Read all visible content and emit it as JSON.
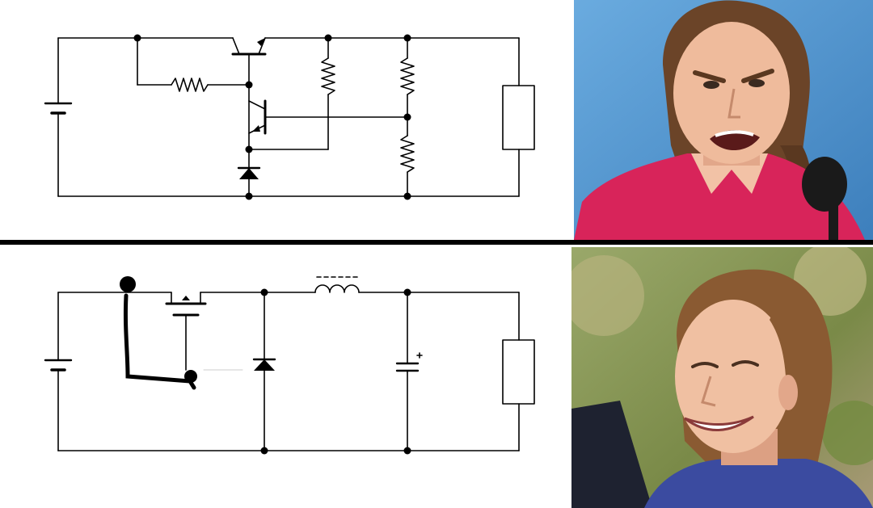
{
  "colors": {
    "background": "#ffffff",
    "divider": "#000000",
    "top_photo_bg": "#5fa3d8",
    "top_shirt": "#d8245a",
    "bottom_photo_bg": "#8c9a5a",
    "skin": "#e8b394",
    "hair": "#8a5a32"
  },
  "panels": [
    {
      "id": "top",
      "schematic": "linear-regulator-transistor-circuit",
      "reaction": "angry-face-photo"
    },
    {
      "id": "bottom",
      "schematic": "switching-buck-converter-circuit",
      "reaction": "smiling-face-photo"
    }
  ]
}
